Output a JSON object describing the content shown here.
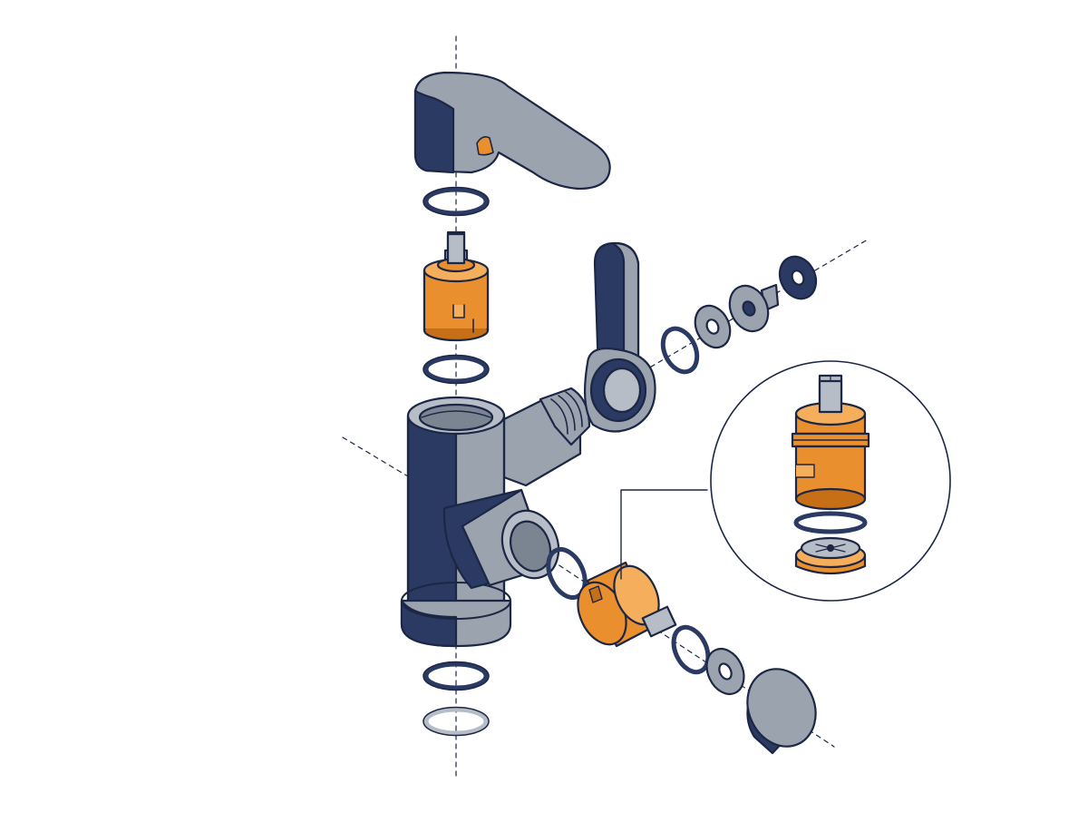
{
  "diagram": {
    "kind": "exploded-view",
    "subject": "mixer-tap-assembly",
    "text_labels": []
  },
  "colors": {
    "outline": "#1c2645",
    "navy": "#2b3a63",
    "gray": "#9aa3ae",
    "gray_light": "#b6bdc6",
    "gray_dark": "#7b8591",
    "orange": "#ea8f2e",
    "orange_light": "#f4ae5c",
    "orange_dark": "#c66f16",
    "background": "#ffffff"
  },
  "parts": [
    {
      "id": "lever-handle",
      "type": "handle"
    },
    {
      "id": "o-ring",
      "type": "seal"
    },
    {
      "id": "ceramic-cartridge",
      "type": "cartridge"
    },
    {
      "id": "o-ring",
      "type": "seal"
    },
    {
      "id": "tap-body",
      "type": "body"
    },
    {
      "id": "o-ring",
      "type": "seal"
    },
    {
      "id": "o-ring",
      "type": "seal"
    },
    {
      "id": "side-lever",
      "type": "handle"
    },
    {
      "id": "o-ring",
      "type": "seal"
    },
    {
      "id": "washer",
      "type": "washer"
    },
    {
      "id": "flanged-bushing",
      "type": "bushing"
    },
    {
      "id": "rubber-washer",
      "type": "washer"
    },
    {
      "id": "side-cartridge",
      "type": "cartridge"
    },
    {
      "id": "o-ring",
      "type": "seal"
    },
    {
      "id": "washer",
      "type": "washer"
    },
    {
      "id": "end-cap",
      "type": "cap"
    },
    {
      "id": "detail-callout",
      "type": "inset"
    }
  ]
}
